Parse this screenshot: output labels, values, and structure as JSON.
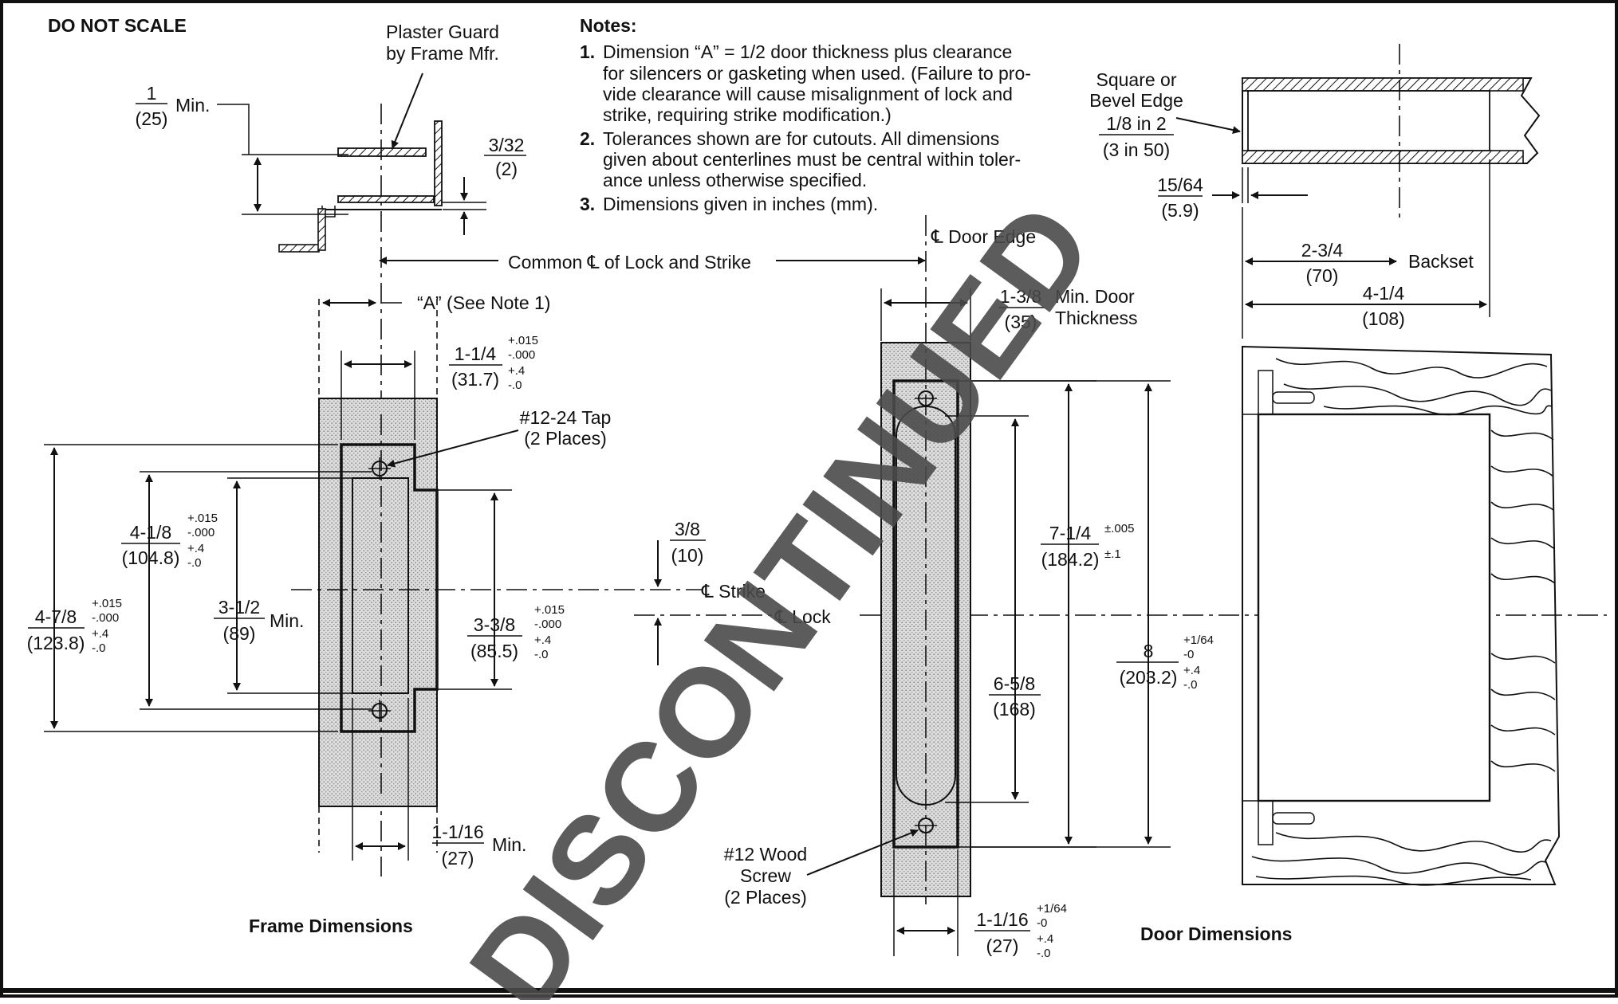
{
  "header": {
    "do_not_scale": "DO NOT SCALE"
  },
  "notes": {
    "title": "Notes:",
    "items": [
      {
        "num": "1.",
        "lines": [
          "Dimension “A” = 1/2 door thickness plus clearance",
          "for silencers or gasketing when used. (Failure to pro-",
          "vide clearance will cause misalignment of lock and",
          "strike, requiring strike modification.)"
        ]
      },
      {
        "num": "2.",
        "lines": [
          "Tolerances shown are for cutouts. All dimensions",
          "given about centerlines must be central within toler-",
          "ance unless otherwise specified."
        ]
      },
      {
        "num": "3.",
        "lines": [
          "Dimensions given in inches (mm)."
        ]
      }
    ]
  },
  "watermark": "DISCONTINUED",
  "frame": {
    "caption": "Frame Dimensions",
    "plaster_guard": [
      "Plaster Guard",
      "by Frame Mfr."
    ],
    "common_cl": "Common ℄ of Lock and Strike",
    "dim_a": "“A” (See Note 1)",
    "tap": [
      "#12-24 Tap",
      "(2 Places)"
    ],
    "min_label": "Min.",
    "dims": {
      "one_in": {
        "in": "1",
        "mm": "(25)"
      },
      "three_32": {
        "in": "3/32",
        "mm": "(2)"
      },
      "w_1_1_4": {
        "in": "1-1/4",
        "mm": "(31.7)",
        "tol": [
          "+.015",
          "-.000",
          "+.4",
          "-.0"
        ]
      },
      "h_4_7_8": {
        "in": "4-7/8",
        "mm": "(123.8)",
        "tol": [
          "+.015",
          "-.000",
          "+.4",
          "-.0"
        ]
      },
      "h_4_1_8": {
        "in": "4-1/8",
        "mm": "(104.8)",
        "tol": [
          "+.015",
          "-.000",
          "+.4",
          "-.0"
        ]
      },
      "h_3_1_2": {
        "in": "3-1/2",
        "mm": "(89)"
      },
      "h_3_3_8": {
        "in": "3-3/8",
        "mm": "(85.5)",
        "tol": [
          "+.015",
          "-.000",
          "+.4",
          "-.0"
        ]
      },
      "off_3_8": {
        "in": "3/8",
        "mm": "(10)"
      },
      "w_1_1_16": {
        "in": "1-1/16",
        "mm": "(27)"
      }
    },
    "cl_strike": "℄ Strike",
    "cl_lock": "℄ Lock"
  },
  "door": {
    "caption": "Door Dimensions",
    "door_edge": "℄ Door Edge",
    "square_bevel": [
      "Square or",
      "Bevel Edge",
      "1/8 in 2",
      "(3 in 50)"
    ],
    "backset": "Backset",
    "min_door_thickness": [
      "Min. Door",
      "Thickness"
    ],
    "wood_screw": [
      "#12 Wood",
      "Screw",
      "(2 Places)"
    ],
    "dims": {
      "t_1_3_8": {
        "in": "1-3/8",
        "mm": "(35)"
      },
      "e_15_64": {
        "in": "15/64",
        "mm": "(5.9)"
      },
      "b_2_3_4": {
        "in": "2-3/4",
        "mm": "(70)"
      },
      "b_4_1_4": {
        "in": "4-1/4",
        "mm": "(108)"
      },
      "h_7_1_4": {
        "in": "7-1/4",
        "mm": "(184.2)",
        "tol": [
          "±.005",
          "±.1"
        ]
      },
      "h_8": {
        "in": "8",
        "mm": "(203.2)",
        "tol": [
          "+1/64",
          "-0",
          "+.4",
          "-.0"
        ]
      },
      "h_6_5_8": {
        "in": "6-5/8",
        "mm": "(168)"
      },
      "w_1_1_16": {
        "in": "1-1/16",
        "mm": "(27)",
        "tol": [
          "+1/64",
          "-0",
          "+.4",
          "-.0"
        ]
      }
    }
  }
}
